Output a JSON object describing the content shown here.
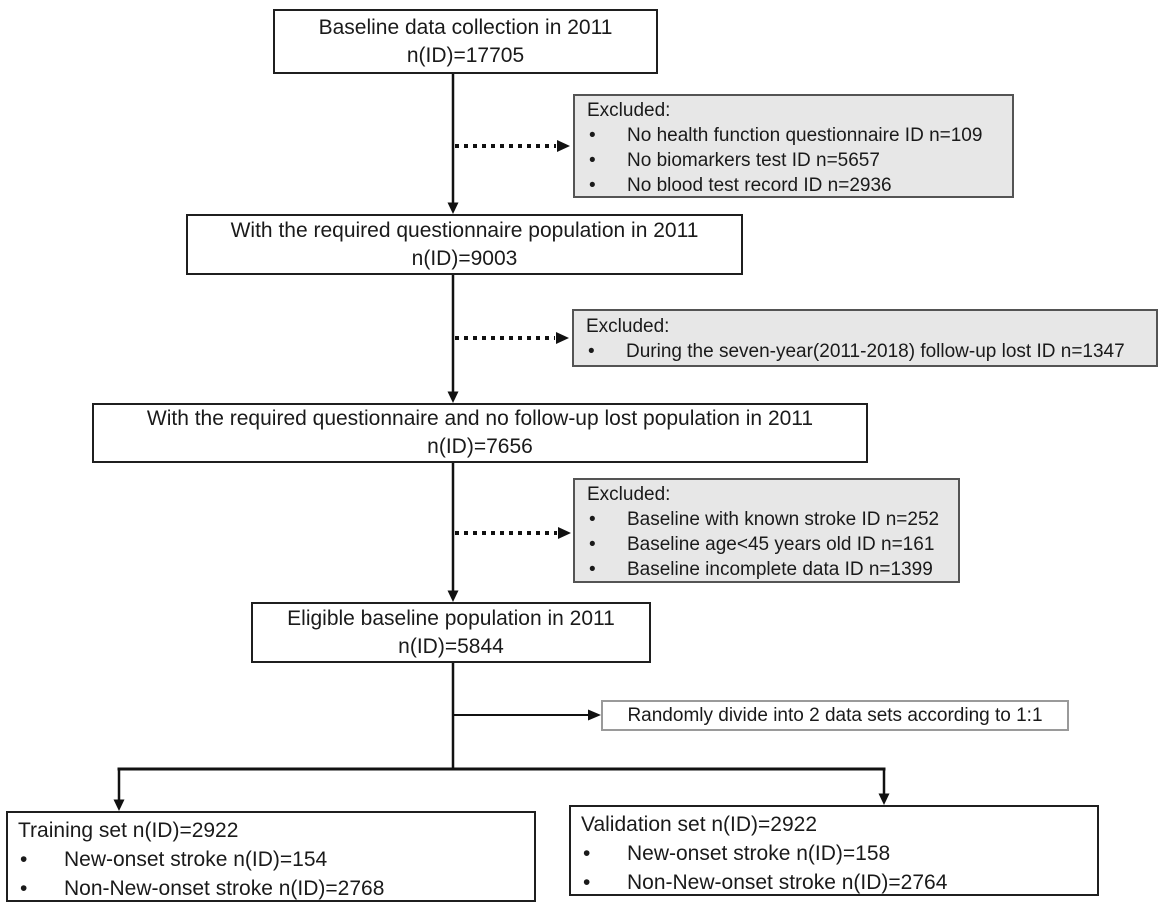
{
  "figure": {
    "bullet": "•",
    "steps": {
      "baseline": {
        "title": "Baseline data collection in 2011",
        "count": "n(ID)=17705"
      },
      "questionnaire": {
        "title": "With the required questionnaire population in 2011",
        "count": "n(ID)=9003"
      },
      "no_followup_lost": {
        "title": "With the required questionnaire and no follow-up lost population in 2011",
        "count": "n(ID)=7656"
      },
      "eligible": {
        "title": "Eligible baseline population in 2011",
        "count": "n(ID)=5844"
      }
    },
    "exclusions": [
      {
        "title": "Excluded:",
        "items": [
          "No health function questionnaire ID n=109",
          "No biomarkers test ID n=5657",
          "No blood test record ID n=2936"
        ]
      },
      {
        "title": "Excluded:",
        "items": [
          "During the seven-year(2011-2018) follow-up lost ID n=1347"
        ]
      },
      {
        "title": "Excluded:",
        "items": [
          "Baseline with known stroke ID n=252",
          "Baseline age<45 years old ID n=161",
          "Baseline incomplete data ID n=1399"
        ]
      }
    ],
    "randomize": {
      "label": "Randomly divide into 2 data sets according to 1:1"
    },
    "outcomes": {
      "training": {
        "title": "Training set n(ID)=2922",
        "items": [
          "New-onset stroke n(ID)=154",
          "Non-New-onset stroke n(ID)=2768"
        ]
      },
      "validation": {
        "title": "Validation set n(ID)=2922",
        "items": [
          "New-onset stroke n(ID)=158",
          "Non-New-onset stroke n(ID)=2764"
        ]
      }
    }
  },
  "colors": {
    "box_border": "#1f1f1f",
    "excluded_fill": "#e7e7e7",
    "excluded_border": "#545454",
    "randomize_border": "#9a9a9a",
    "arrow": "#111111",
    "text": "#1a1a1a",
    "background": "#ffffff"
  }
}
